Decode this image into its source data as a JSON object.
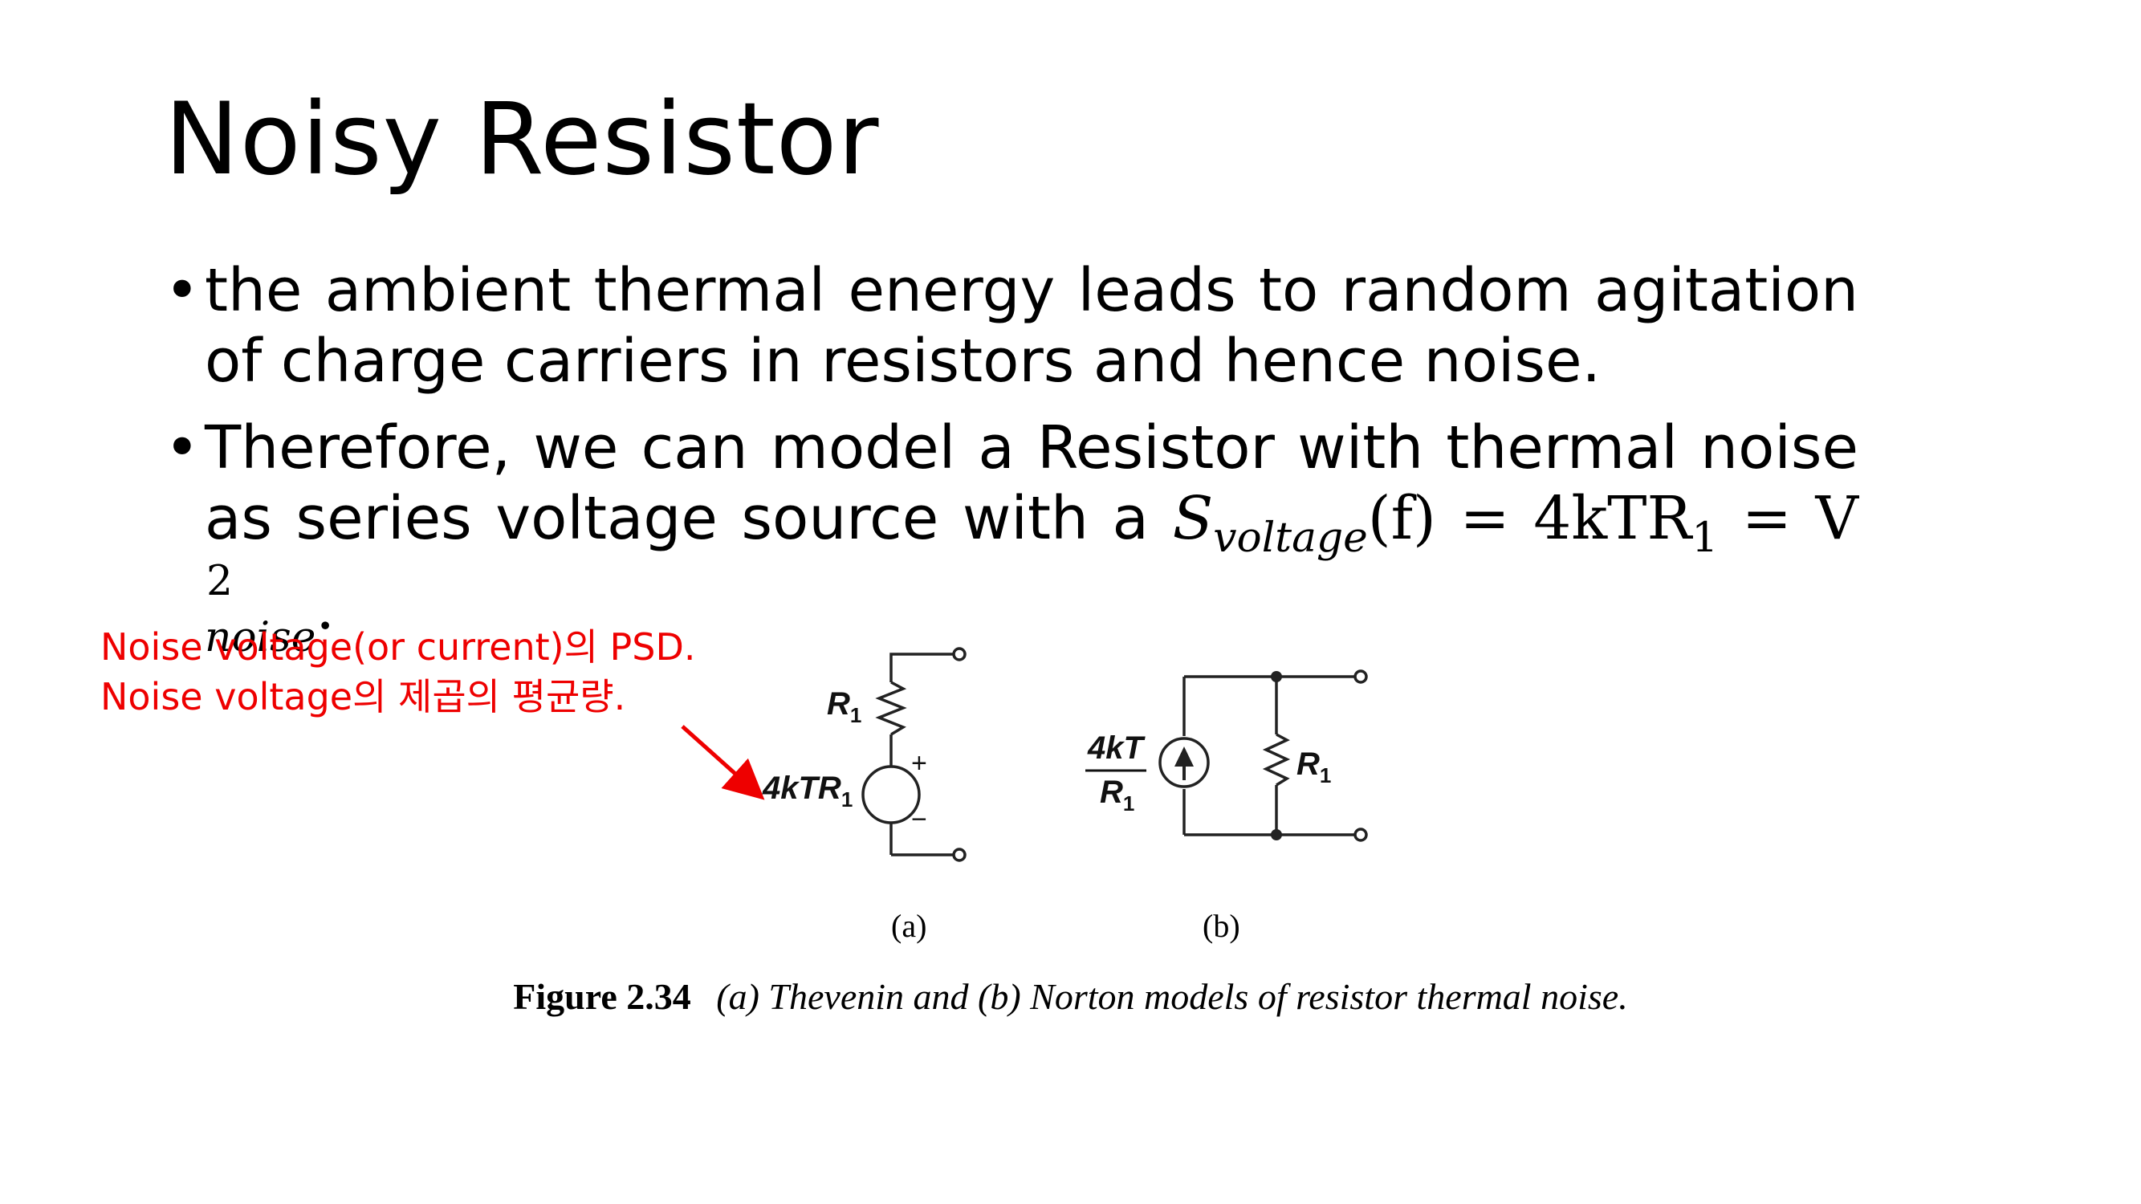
{
  "slide": {
    "title": "Noisy Resistor",
    "bullets": [
      {
        "text": "the ambient thermal energy leads to random agitation of charge carriers in resistors and hence noise."
      },
      {
        "text": "Therefore, we can model a Resistor with thermal noise as series voltage source with a ",
        "math": {
          "S": "S",
          "S_sub": "voltage",
          "arg": "(f) = 4kTR",
          "R_sub": "1",
          "eq": " = V",
          "V_sup": "2",
          "V_sub": "noise",
          "end": "."
        }
      }
    ],
    "bullet_symbol": "•",
    "annotation": {
      "line1": "Noise voltage(or current)의 PSD.",
      "line2": "Noise voltage의 제곱의 평균량."
    },
    "colors": {
      "annotation": "#ee0000",
      "text": "#000000"
    }
  },
  "figure": {
    "a": {
      "resistor_label": "R",
      "resistor_sub": "1",
      "source_label": "4kTR",
      "source_sub": "1",
      "plus": "+",
      "minus": "−"
    },
    "b": {
      "num": "4kT",
      "den_label": "R",
      "den_sub": "1",
      "resistor_label": "R",
      "resistor_sub": "1"
    },
    "label_a": "(a)",
    "label_b": "(b)",
    "caption_number": "Figure 2.34",
    "caption_text": "(a) Thevenin and (b) Norton models of resistor thermal noise."
  }
}
